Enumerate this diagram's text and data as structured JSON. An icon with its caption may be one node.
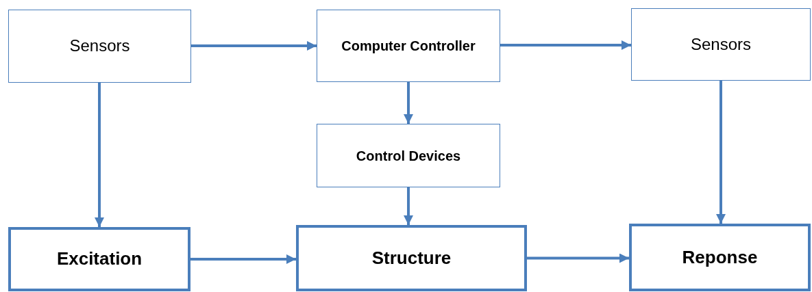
{
  "diagram": {
    "nodes": [
      {
        "text": [
          "Sensors"
        ]
      },
      {
        "text": [
          "Computer Controller"
        ]
      },
      {
        "text": [
          "Sensors"
        ]
      },
      {
        "text": [
          "Control Devices"
        ]
      },
      {
        "text": [
          "Excitation"
        ]
      },
      {
        "text": [
          "Structure"
        ]
      },
      {
        "text": [
          "Reponse"
        ]
      }
    ],
    "edges": [
      {
        "from": 0,
        "to": 1,
        "arrow": "to"
      },
      {
        "from": 1,
        "to": 2,
        "arrow": "to"
      },
      {
        "from": 0,
        "to": 4,
        "arrow": "to"
      },
      {
        "from": 1,
        "to": 3,
        "arrow": "to"
      },
      {
        "from": 3,
        "to": 5,
        "arrow": "to"
      },
      {
        "from": 2,
        "to": 6,
        "arrow": "to"
      },
      {
        "from": 4,
        "to": 5,
        "arrow": "to"
      },
      {
        "from": 5,
        "to": 6,
        "arrow": "to"
      }
    ]
  }
}
